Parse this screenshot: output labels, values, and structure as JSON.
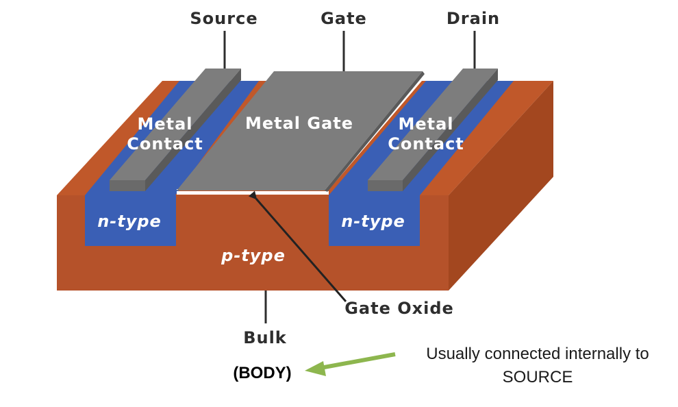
{
  "terminals": {
    "source": "Source",
    "gate": "Gate",
    "drain": "Drain",
    "bulk": "Bulk"
  },
  "regions": {
    "metal_contact_left_line1": "Metal",
    "metal_contact_left_line2": "Contact",
    "metal_gate": "Metal Gate",
    "metal_contact_right_line1": "Metal",
    "metal_contact_right_line2": "Contact",
    "n_type_left": "n-type",
    "n_type_right": "n-type",
    "p_type": "p-type"
  },
  "callouts": {
    "gate_oxide": "Gate Oxide",
    "body": "(BODY)",
    "note_line1": "Usually connected internally to",
    "note_line2": "SOURCE"
  },
  "colors": {
    "substrate_front": "#b5522a",
    "substrate_top": "#c0582a",
    "substrate_side": "#a3471f",
    "n_type": "#3a5fb5",
    "metal_top": "#7d7d7d",
    "metal_side": "#5a5a5a",
    "oxide": "#ffffff",
    "arrow_green": "#8db64e"
  }
}
